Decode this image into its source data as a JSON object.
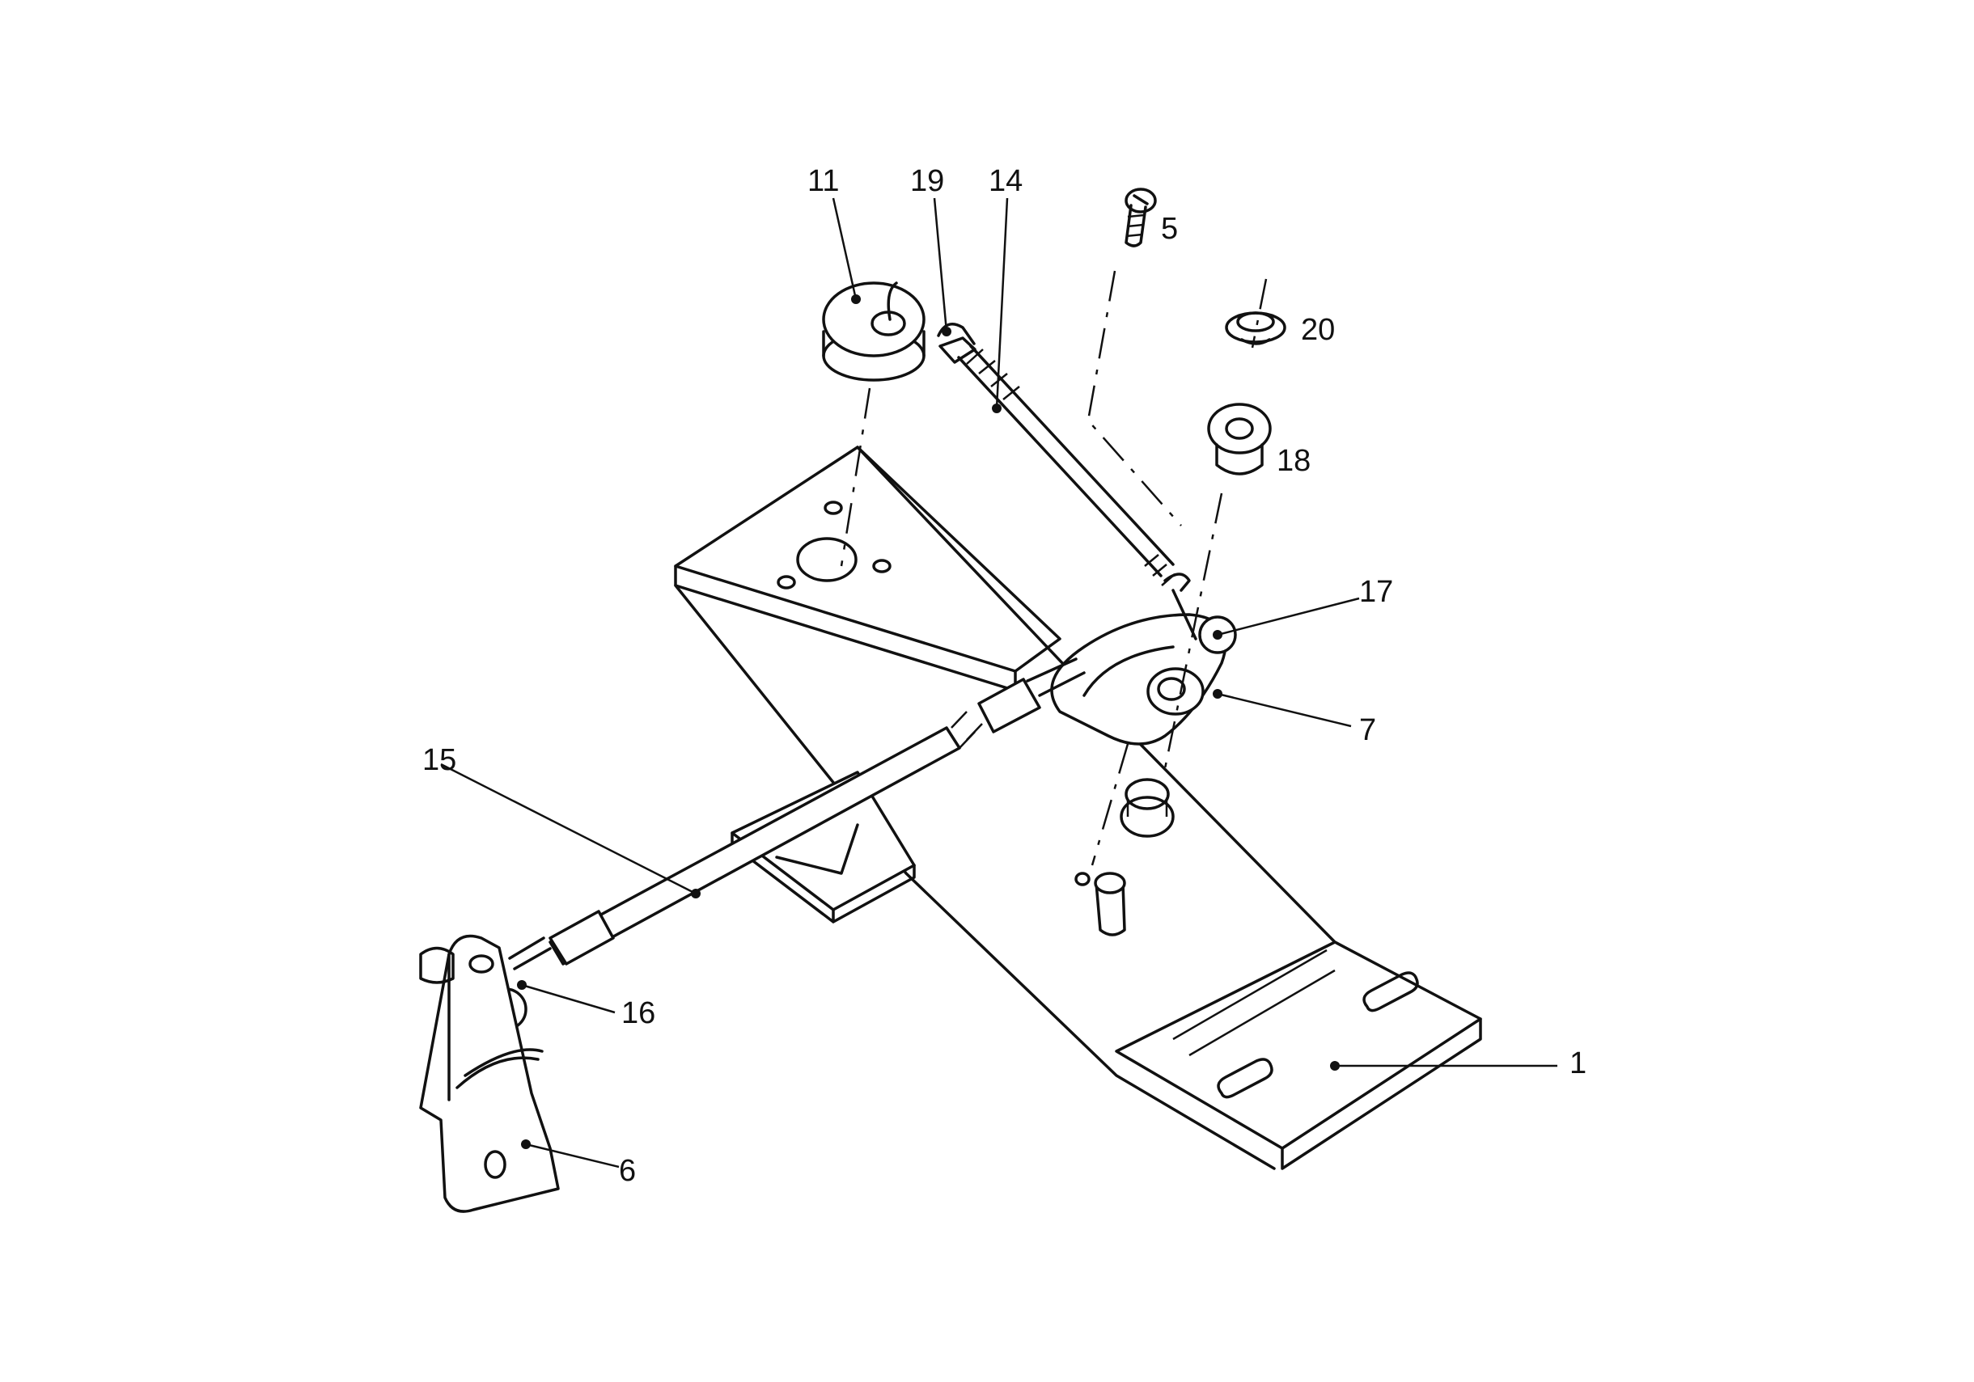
{
  "diagram": {
    "labels": {
      "p1": "1",
      "p5": "5",
      "p6": "6",
      "p7": "7",
      "p11": "11",
      "p14": "14",
      "p15": "15",
      "p16": "16",
      "p17": "17",
      "p18": "18",
      "p19": "19",
      "p20": "20"
    }
  }
}
